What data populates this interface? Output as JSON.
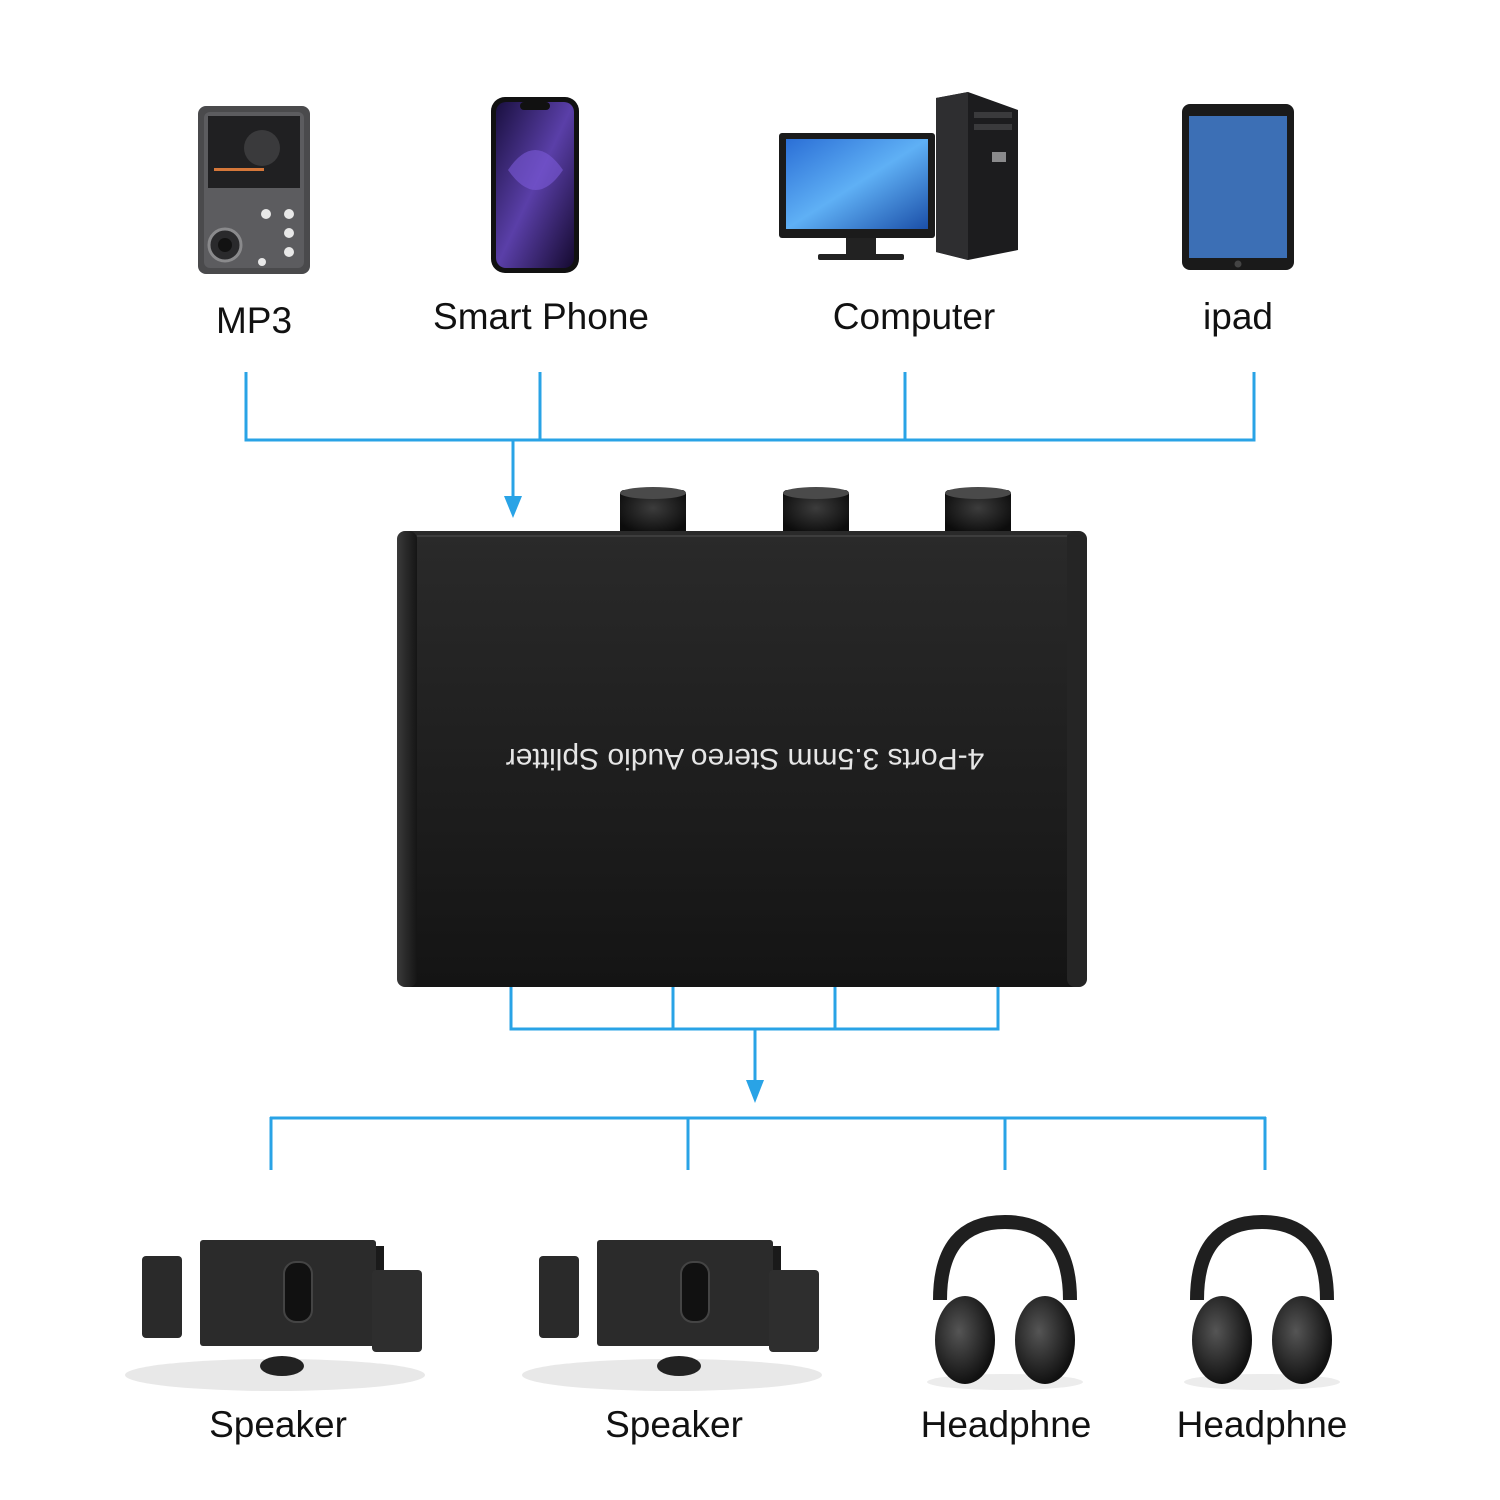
{
  "colors": {
    "connector_line": "#29a3e6",
    "device_body": "#1b1b1b",
    "background": "#ffffff"
  },
  "input_devices": [
    {
      "label": "MP3",
      "icon": "mp3-player-icon"
    },
    {
      "label": "Smart Phone",
      "icon": "smartphone-icon"
    },
    {
      "label": "Computer",
      "icon": "desktop-computer-icon"
    },
    {
      "label": "ipad",
      "icon": "tablet-icon"
    }
  ],
  "splitter": {
    "label": "4-Ports 3.5mm Stereo Audio Splitter",
    "knob_count": 3
  },
  "output_devices": [
    {
      "label": "Speaker",
      "icon": "speaker-system-icon"
    },
    {
      "label": "Speaker",
      "icon": "speaker-system-icon"
    },
    {
      "label": "Headphne",
      "icon": "headphones-icon"
    },
    {
      "label": "Headphne",
      "icon": "headphones-icon"
    }
  ]
}
